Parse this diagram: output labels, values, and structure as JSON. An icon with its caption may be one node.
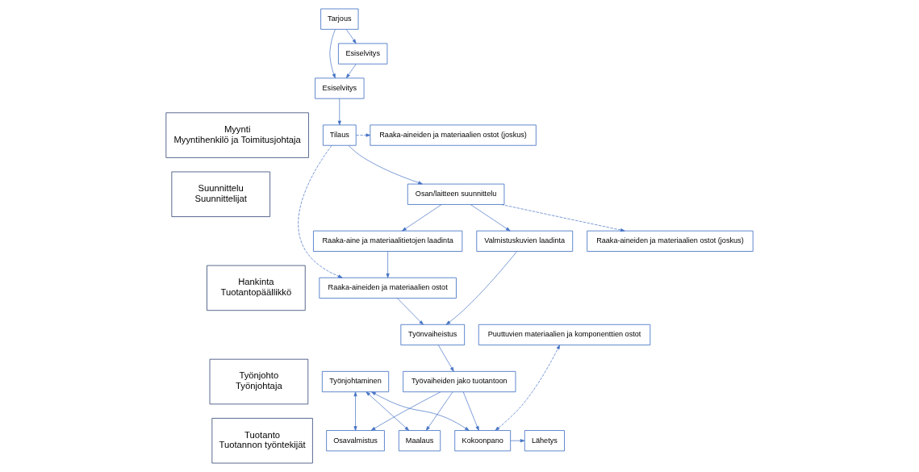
{
  "diagram": {
    "nodes": [
      {
        "text": [
          "Myynti",
          "Myyntihenkilö ja Toimitusjohtaja"
        ]
      },
      {
        "text": [
          "Suunnittelu",
          "Suunnittelijat"
        ]
      },
      {
        "text": [
          "Hankinta",
          "Tuotantopäällikkö"
        ]
      },
      {
        "text": [
          "Työnjohto",
          "Työnjohtaja"
        ]
      },
      {
        "text": [
          "Tuotanto",
          "Tuotannon työntekijät"
        ]
      },
      {
        "text": [
          "Tilaus"
        ]
      },
      {
        "text": [
          "Raaka-aineiden ja materiaalien ostot (joskus)"
        ]
      },
      {
        "text": [
          "Tarjous"
        ]
      },
      {
        "text": [
          "Esiselvitys"
        ]
      },
      {
        "text": [
          "Esiselvitys"
        ]
      },
      {
        "text": [
          "Osan/laitteen suunnittelu"
        ]
      },
      {
        "text": [
          "Valmistuskuvien laadinta"
        ]
      },
      {
        "text": [
          "Raaka-aine ja materiaalitietojen laadinta"
        ]
      },
      {
        "text": [
          "Raaka-aineiden ja materiaalien ostot (joskus)"
        ]
      },
      {
        "text": [
          "Raaka-aineiden ja materiaalien ostot"
        ]
      },
      {
        "text": [
          "Puuttuvien materiaalien ja komponenttien ostot"
        ]
      },
      {
        "text": [
          "Työnvaiheistus"
        ]
      },
      {
        "text": [
          "Työvaiheiden jako tuotantoon"
        ]
      },
      {
        "text": [
          "Työnjohtaminen"
        ]
      },
      {
        "text": [
          "Osavalmistus"
        ]
      },
      {
        "text": [
          "Maalaus"
        ]
      },
      {
        "text": [
          "Kokoonpano"
        ]
      },
      {
        "text": [
          "Lähetys"
        ]
      }
    ],
    "edges": [
      {
        "from": 7,
        "to": 8,
        "arrow": "to"
      },
      {
        "from": 7,
        "to": 9,
        "arrow": "to"
      },
      {
        "from": 9,
        "to": 8,
        "arrow": "to"
      },
      {
        "from": 8,
        "to": 5,
        "arrow": "to"
      },
      {
        "from": 5,
        "to": 10,
        "arrow": "to"
      },
      {
        "from": 5,
        "to": 6,
        "arrow": "to",
        "style": "dashed"
      },
      {
        "from": 5,
        "to": 14,
        "arrow": "to",
        "style": "dashed"
      },
      {
        "from": 10,
        "to": 11,
        "arrow": "to"
      },
      {
        "from": 10,
        "to": 12,
        "arrow": "to"
      },
      {
        "from": 10,
        "to": 13,
        "arrow": "to",
        "style": "dashed"
      },
      {
        "from": 12,
        "to": 14,
        "arrow": "to"
      },
      {
        "from": 14,
        "to": 16,
        "arrow": "to"
      },
      {
        "from": 11,
        "to": 16,
        "arrow": "to"
      },
      {
        "from": 16,
        "to": 17,
        "arrow": "to"
      },
      {
        "from": 17,
        "to": 19,
        "arrow": "to"
      },
      {
        "from": 17,
        "to": 20,
        "arrow": "to"
      },
      {
        "from": 17,
        "to": 21,
        "arrow": "to"
      },
      {
        "from": 18,
        "to": 19,
        "arrow": "both"
      },
      {
        "from": 18,
        "to": 20,
        "arrow": "both"
      },
      {
        "from": 18,
        "to": 21,
        "arrow": "both"
      },
      {
        "from": 21,
        "to": 15,
        "arrow": "both",
        "style": "dashed"
      },
      {
        "from": 21,
        "to": 22,
        "arrow": "to"
      }
    ]
  }
}
